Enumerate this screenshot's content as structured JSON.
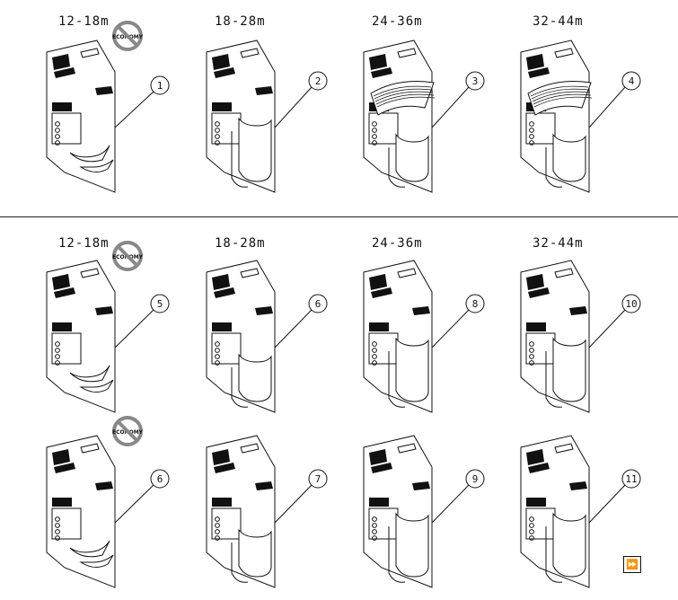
{
  "ranges": {
    "r1": "12-18m",
    "r2": "18-28m",
    "r3": "24-36m",
    "r4": "32-44m"
  },
  "callouts": [
    "1",
    "2",
    "3",
    "4",
    "5",
    "6",
    "8",
    "10",
    "6",
    "7",
    "9",
    "11"
  ],
  "prohibited_text": "ECONOMY",
  "next_icon": "fast-forward-icon",
  "colors": {
    "line": "#111111",
    "prohibit_red": "#888888"
  }
}
